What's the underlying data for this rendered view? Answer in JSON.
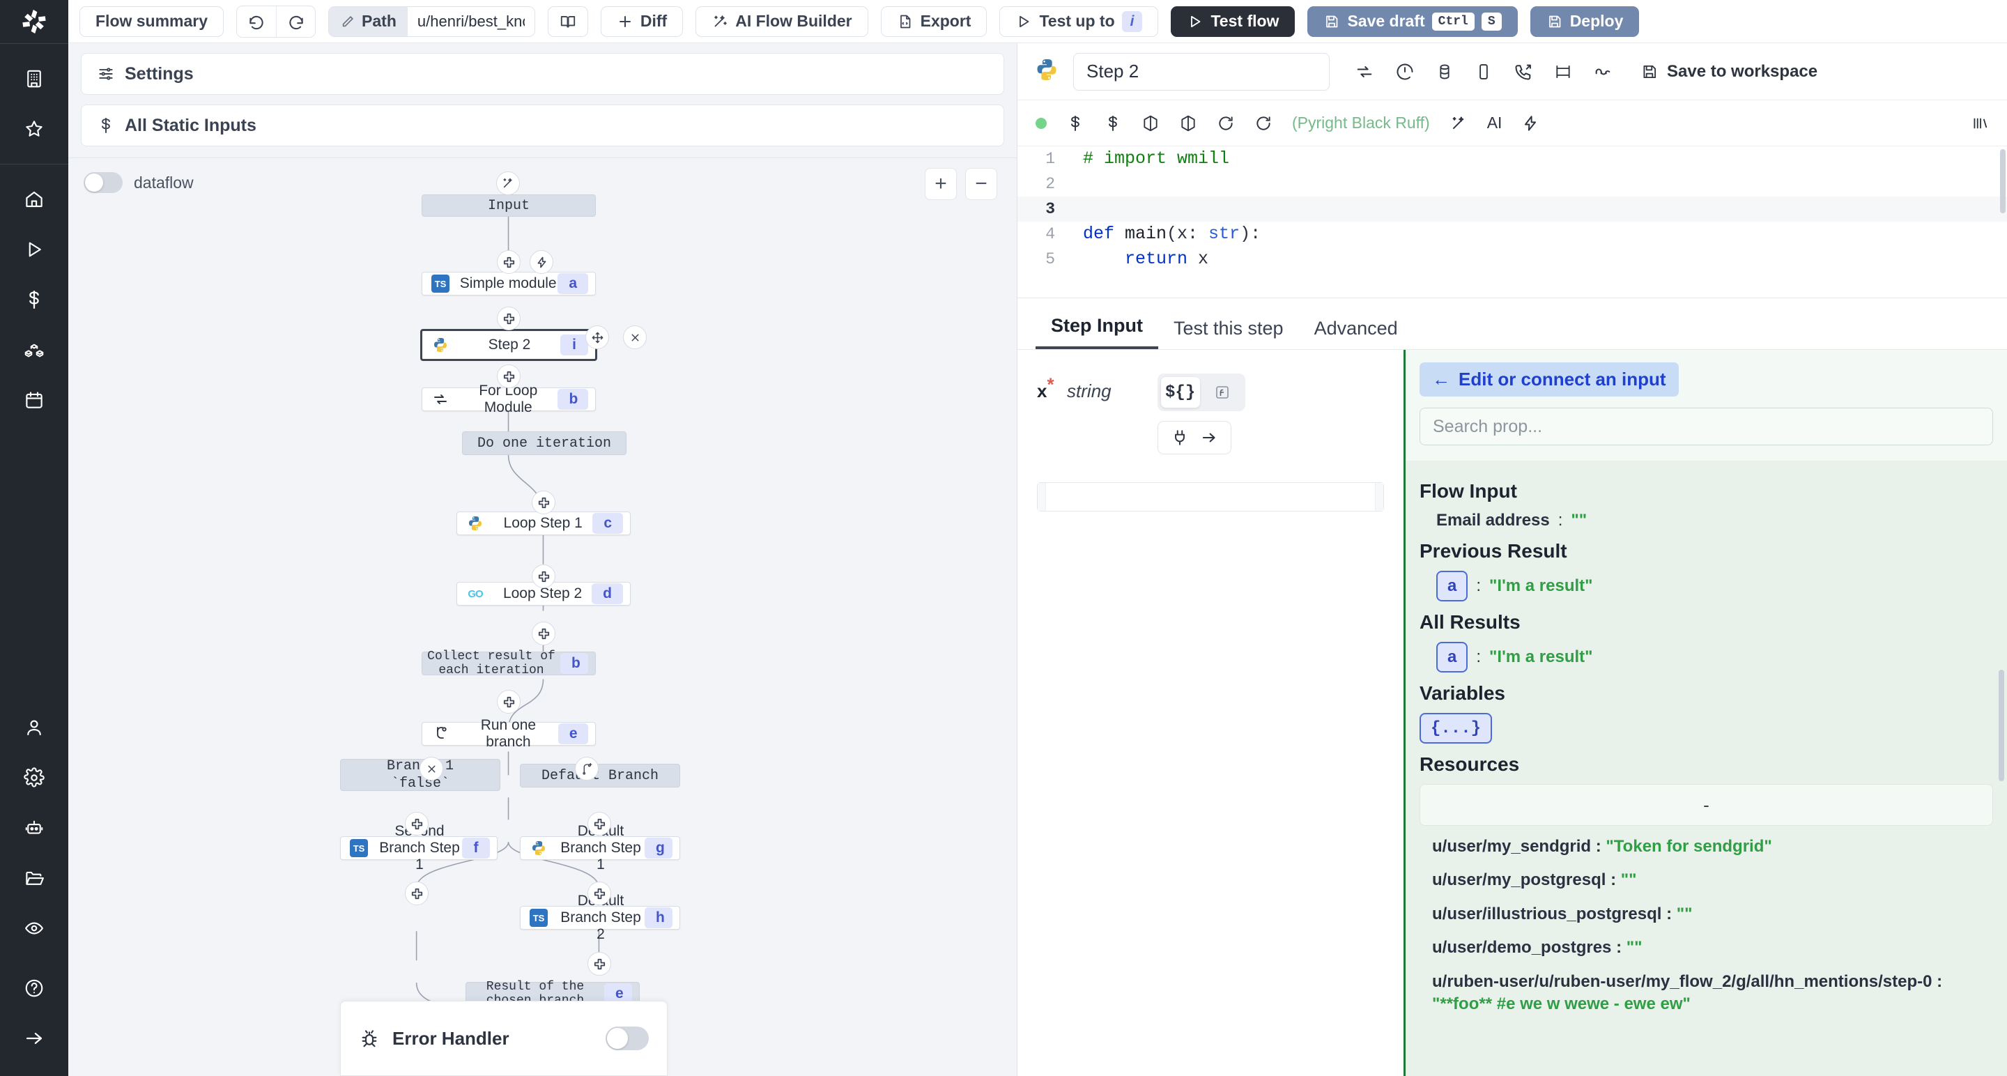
{
  "app": {
    "logo": "windmill-logo"
  },
  "toolbar": {
    "flow_summary": "Flow summary",
    "undo_icon": "undo-icon",
    "redo_icon": "redo-icon",
    "path_label": "Path",
    "path_value": "u/henri/best_known",
    "docs_icon": "book-icon",
    "diff_label": "Diff",
    "ai_builder_label": "AI Flow Builder",
    "export_label": "Export",
    "test_up_to_label": "Test up to",
    "test_up_to_badge": "i",
    "test_flow_label": "Test flow",
    "save_draft_label": "Save draft",
    "save_draft_kbd_1": "Ctrl",
    "save_draft_kbd_2": "S",
    "deploy_label": "Deploy"
  },
  "rail": {
    "items": [
      {
        "name": "workspace-icon",
        "label": "Workspace"
      },
      {
        "name": "star-icon",
        "label": "Favorites"
      },
      {
        "name": "home-icon",
        "label": "Home"
      },
      {
        "name": "runs-icon",
        "label": "Runs"
      },
      {
        "name": "variables-icon",
        "label": "Variables"
      },
      {
        "name": "resources-icon",
        "label": "Resources"
      },
      {
        "name": "schedules-icon",
        "label": "Schedules"
      },
      {
        "name": "user-icon",
        "label": "User"
      },
      {
        "name": "gear-icon",
        "label": "Settings"
      },
      {
        "name": "robot-icon",
        "label": "Workers"
      },
      {
        "name": "folder-icon",
        "label": "Folders"
      },
      {
        "name": "eye-icon",
        "label": "Audit logs"
      },
      {
        "name": "help-icon",
        "label": "Help"
      },
      {
        "name": "expand-icon",
        "label": "Expand"
      }
    ]
  },
  "flow": {
    "settings_label": "Settings",
    "static_inputs_label": "All Static Inputs",
    "dataflow_label": "dataflow",
    "zoom_in": "+",
    "zoom_out": "−",
    "error_handler_label": "Error Handler",
    "nodes": [
      {
        "id": "input",
        "label": "Input",
        "tag": "",
        "icon": "",
        "style": "grey",
        "mono": true
      },
      {
        "id": "a",
        "label": "Simple module",
        "tag": "a",
        "icon": "ts",
        "style": "white",
        "mono": false
      },
      {
        "id": "i",
        "label": "Step 2",
        "tag": "i",
        "icon": "py",
        "style": "white",
        "mono": false
      },
      {
        "id": "b",
        "label": "For Loop Module",
        "tag": "b",
        "icon": "loop",
        "style": "white",
        "mono": false
      },
      {
        "id": "iter",
        "label": "Do one iteration",
        "tag": "",
        "icon": "",
        "style": "grey",
        "mono": true
      },
      {
        "id": "c",
        "label": "Loop Step 1",
        "tag": "c",
        "icon": "py",
        "style": "white",
        "mono": false
      },
      {
        "id": "d",
        "label": "Loop Step 2",
        "tag": "d",
        "icon": "go",
        "style": "white",
        "mono": false
      },
      {
        "id": "collect",
        "label": "Collect result of each iteration",
        "tag": "b",
        "icon": "",
        "style": "grey",
        "mono": true
      },
      {
        "id": "e",
        "label": "Run one branch",
        "tag": "e",
        "icon": "branch",
        "style": "white",
        "mono": false
      },
      {
        "id": "branch1",
        "label": "Branch 1",
        "tag": "",
        "icon": "",
        "style": "grey",
        "mono": true,
        "sub": "`false`"
      },
      {
        "id": "defbranch",
        "label": "Default Branch",
        "tag": "",
        "icon": "",
        "style": "grey",
        "mono": true
      },
      {
        "id": "f",
        "label": "Second Branch Step 1",
        "tag": "f",
        "icon": "ts",
        "style": "white",
        "mono": false
      },
      {
        "id": "g",
        "label": "Default Branch Step 1",
        "tag": "g",
        "icon": "py",
        "style": "white",
        "mono": false
      },
      {
        "id": "h",
        "label": "Default Branch Step 2",
        "tag": "h",
        "icon": "ts",
        "style": "white",
        "mono": false
      },
      {
        "id": "result",
        "label": "Result of the chosen branch",
        "tag": "e",
        "icon": "",
        "style": "grey",
        "mono": true
      }
    ]
  },
  "step": {
    "lang_icon": "python-icon",
    "name_value": "Step 2",
    "header_icons": [
      "reload-icon",
      "timeout-icon",
      "database-icon",
      "mobile-icon",
      "retry-icon",
      "cache-icon",
      "suspend-icon"
    ],
    "save_workspace_label": "Save to workspace",
    "editor_bar": {
      "status_dot": "ready-dot",
      "format_icon_1": "format-icon",
      "format_icon_2": "format-icon",
      "package_icon_1": "package-icon",
      "package_icon_2": "package-icon",
      "reload_icon_1": "reload-icon",
      "reload_icon_2": "reload-icon",
      "linters_text": "(Pyright Black Ruff)",
      "ai_label": "AI",
      "lightning_icon": "lightning-icon",
      "minimap_icon": "minimap-icon"
    },
    "code": {
      "active_line": 3,
      "lines": [
        {
          "n": 1,
          "tokens": [
            {
              "t": "# import wmill",
              "c": "c-com"
            }
          ]
        },
        {
          "n": 2,
          "tokens": [
            {
              "t": "",
              "c": ""
            }
          ]
        },
        {
          "n": 3,
          "tokens": [
            {
              "t": "",
              "c": ""
            }
          ]
        },
        {
          "n": 4,
          "tokens": [
            {
              "t": "def ",
              "c": "c-kw"
            },
            {
              "t": "main",
              "c": "c-fn"
            },
            {
              "t": "(x: ",
              "c": ""
            },
            {
              "t": "str",
              "c": "c-ty"
            },
            {
              "t": "):",
              "c": ""
            }
          ]
        },
        {
          "n": 5,
          "tokens": [
            {
              "t": "    ",
              "c": ""
            },
            {
              "t": "return",
              "c": "c-kw"
            },
            {
              "t": " x",
              "c": ""
            }
          ]
        }
      ]
    },
    "tabs": [
      {
        "label": "Step Input",
        "active": true
      },
      {
        "label": "Test this step",
        "active": false
      },
      {
        "label": "Advanced",
        "active": false
      }
    ],
    "arg": {
      "name": "x",
      "required_mark": "*",
      "type": "string",
      "mode_template": "${}",
      "mode_function": "ƒ",
      "connect_icon": "plug-icon",
      "arrow_icon": "arrow-right-icon",
      "value": ""
    }
  },
  "connect": {
    "back_label": "Edit or connect an input",
    "back_arrow": "←",
    "search_placeholder": "Search prop...",
    "sections": [
      {
        "title": "Flow Input",
        "rows": [
          {
            "key": "Email address",
            "value": "\"\""
          }
        ]
      },
      {
        "title": "Previous Result",
        "rows": [
          {
            "pill": "a",
            "value": "\"I'm a result\""
          }
        ]
      },
      {
        "title": "All Results",
        "rows": [
          {
            "pill": "a",
            "value": "\"I'm a result\""
          }
        ]
      },
      {
        "title": "Variables",
        "rows": [
          {
            "pill": "{...}"
          }
        ]
      },
      {
        "title": "Resources",
        "dash": "-",
        "rows": [
          {
            "key": "u/user/my_sendgrid",
            "value": "\"Token for sendgrid\""
          },
          {
            "key": "u/user/my_postgresql",
            "value": "\"\""
          },
          {
            "key": "u/user/illustrious_postgresql",
            "value": "\"\""
          },
          {
            "key": "u/user/demo_postgres",
            "value": "\"\""
          },
          {
            "key": "u/ruben-user/u/ruben-user/my_flow_2/g/all/hn_mentions/step-0",
            "value": "\"**foo** #e we w wewe - ewe ew\""
          }
        ]
      }
    ]
  },
  "colors": {
    "accent_blue": "#4455c7",
    "brand_dark": "#23272e",
    "green_border": "#1f7a33",
    "green_text": "#2f9e44",
    "deploy_blue": "#7289ad"
  }
}
